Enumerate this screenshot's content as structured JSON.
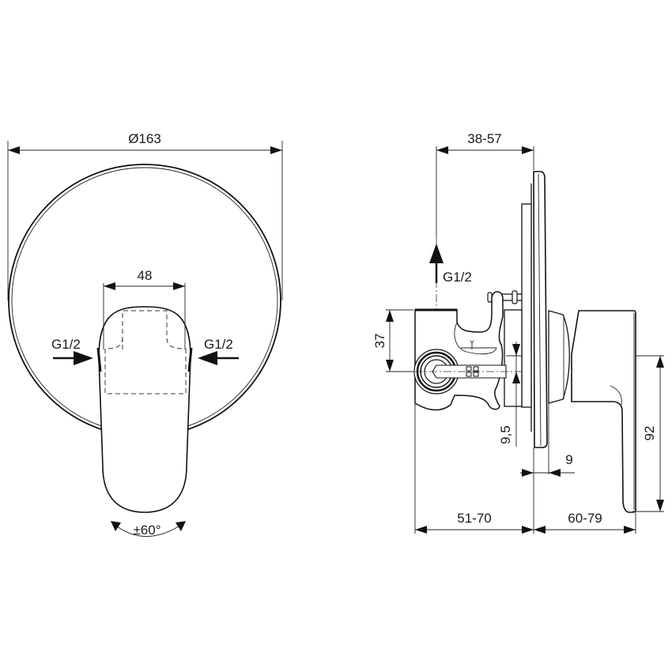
{
  "front_view": {
    "diameter_label": "Ø163",
    "handle_width_label": "48",
    "inlet_left_label": "G1/2",
    "inlet_right_label": "G1/2",
    "rotation_label": "±60°"
  },
  "side_view": {
    "wall_depth_label": "38-57",
    "outlet_label": "G1/2",
    "body_height_label": "37",
    "offset_label": "9,5",
    "plate_thickness_label": "9",
    "handle_height_label": "92",
    "rear_depth_label": "51-70",
    "front_projection_label": "60-79"
  },
  "colors": {
    "line": "#111111",
    "background": "#ffffff"
  }
}
